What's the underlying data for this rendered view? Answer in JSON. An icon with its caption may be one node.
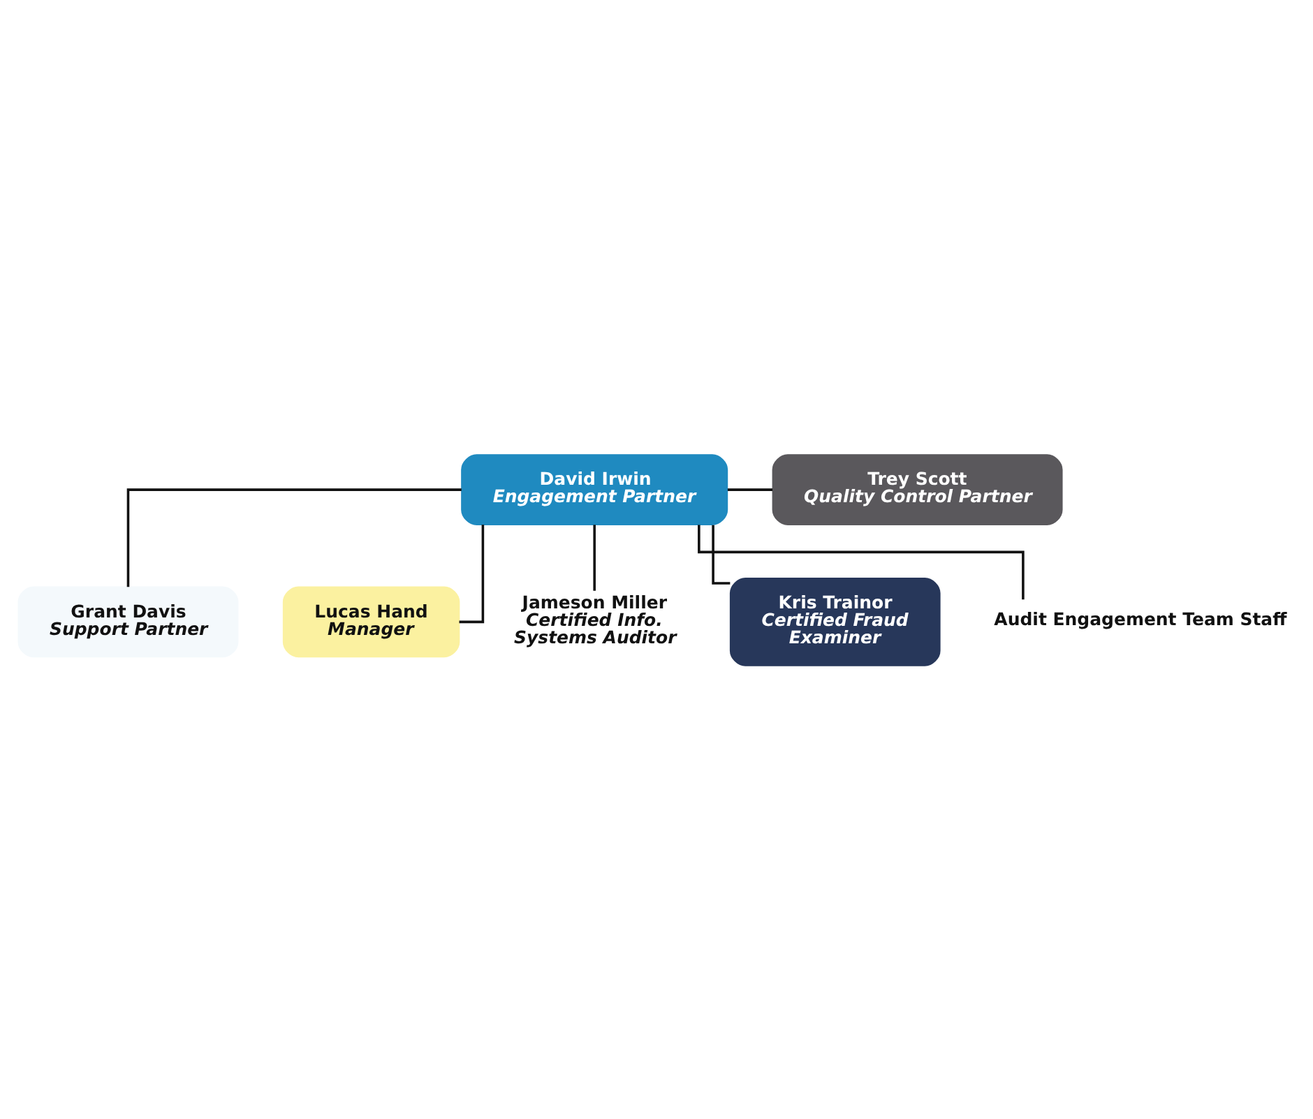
{
  "diagram": {
    "nodes": [
      {
        "text": [
          "David Irwin",
          "Engagement Partner"
        ]
      },
      {
        "text": [
          "Trey Scott",
          "Quality Control Partner"
        ]
      },
      {
        "text": [
          "Grant Davis",
          "Support Partner"
        ]
      },
      {
        "text": [
          "Lucas Hand",
          "Manager"
        ]
      },
      {
        "text": [
          "Jameson Miller",
          "Certified Info. Systems Auditor"
        ]
      },
      {
        "text": [
          "Kris Trainor",
          "Certified Fraud Examiner"
        ]
      },
      {
        "text": [
          "Audit Engagement Team Staff"
        ]
      }
    ],
    "edges": [
      {
        "from": 0,
        "to": 1,
        "arrow": "none"
      },
      {
        "from": 0,
        "to": 2,
        "arrow": "none"
      },
      {
        "from": 0,
        "to": 3,
        "arrow": "none"
      },
      {
        "from": 0,
        "to": 4,
        "arrow": "none"
      },
      {
        "from": 0,
        "to": 5,
        "arrow": "none"
      },
      {
        "from": 0,
        "to": 6,
        "arrow": "none"
      }
    ]
  }
}
